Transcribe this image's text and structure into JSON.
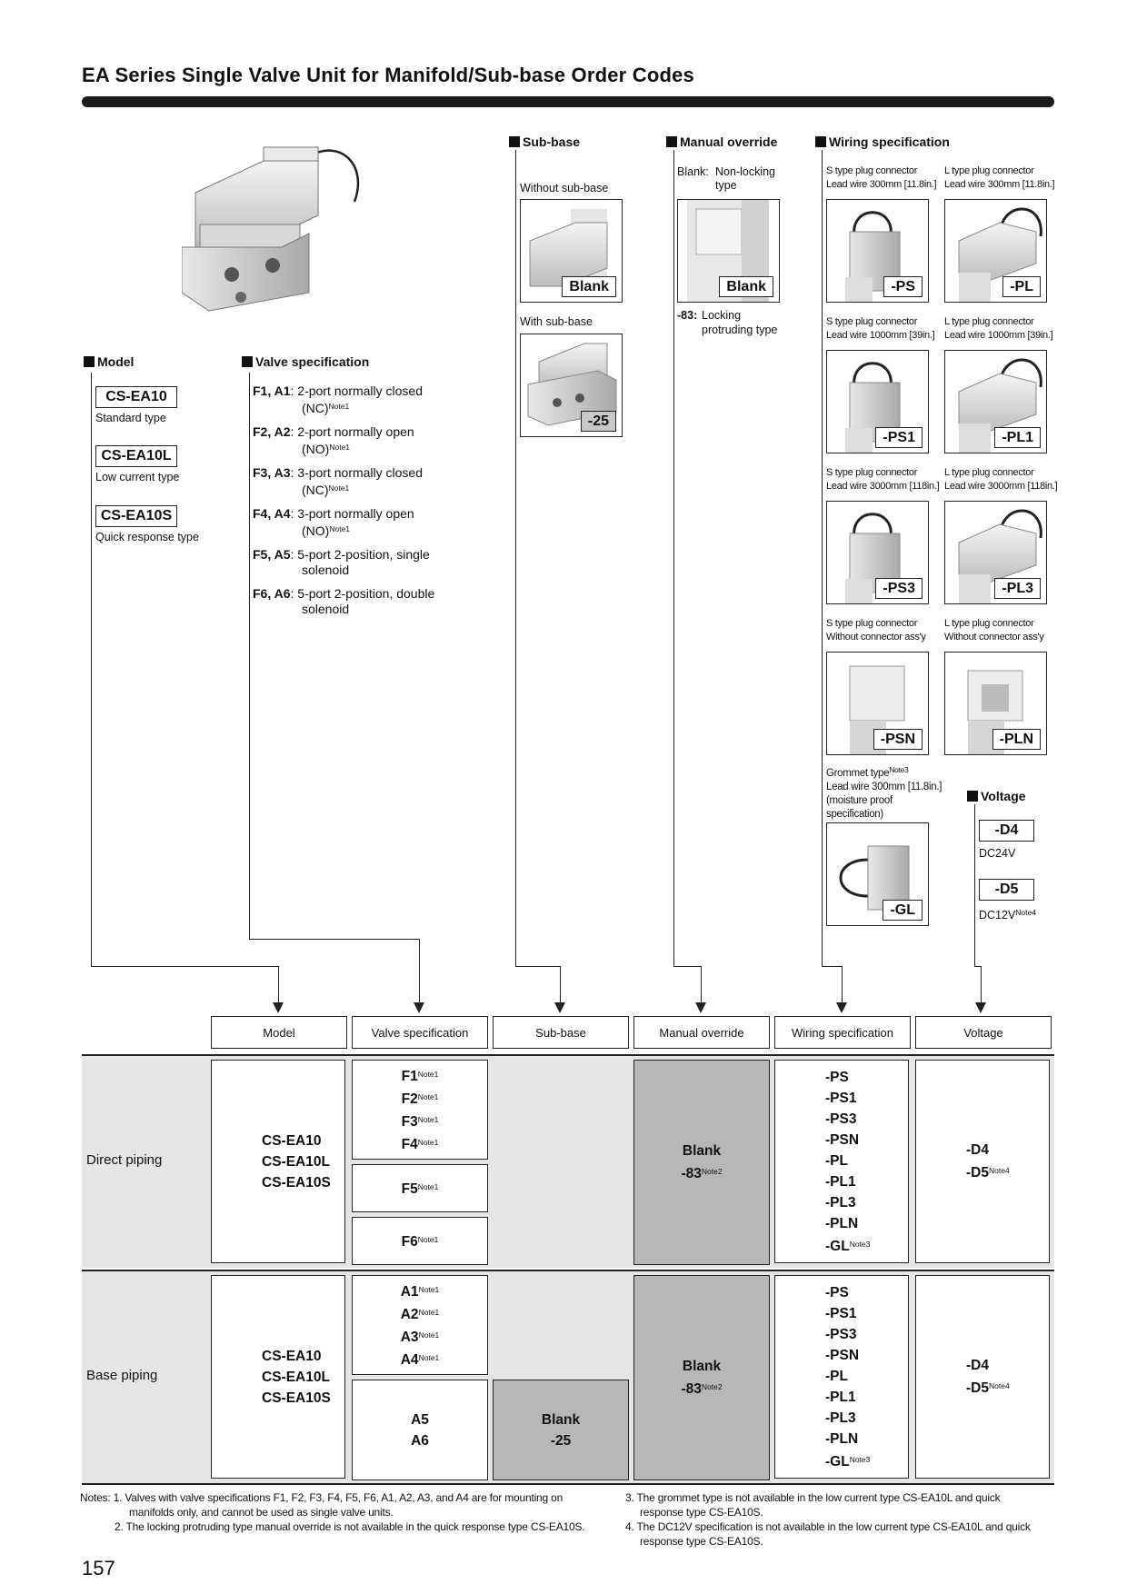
{
  "title": "EA Series Single Valve Unit for Manifold/Sub-base Order Codes",
  "page_number": "157",
  "model": {
    "heading": "Model",
    "items": [
      {
        "code": "CS-EA10",
        "desc": "Standard type"
      },
      {
        "code": "CS-EA10L",
        "desc": "Low current type"
      },
      {
        "code": "CS-EA10S",
        "desc": "Quick response type"
      }
    ]
  },
  "valve": {
    "heading": "Valve specification",
    "items": [
      {
        "codes": "F1, A1",
        "desc": "2-port normally closed",
        "desc2": "(NC)",
        "note": "Note1"
      },
      {
        "codes": "F2, A2",
        "desc": "2-port normally open",
        "desc2": "(NO)",
        "note": "Note1"
      },
      {
        "codes": "F3, A3",
        "desc": "3-port normally closed",
        "desc2": "(NC)",
        "note": "Note1"
      },
      {
        "codes": "F4, A4",
        "desc": "3-port normally open",
        "desc2": "(NO)",
        "note": "Note1"
      },
      {
        "codes": "F5, A5",
        "desc": "5-port 2-position, single",
        "desc2": "solenoid",
        "note": ""
      },
      {
        "codes": "F6, A6",
        "desc": "5-port 2-position, double",
        "desc2": "solenoid",
        "note": ""
      }
    ]
  },
  "subbase": {
    "heading": "Sub-base",
    "without_label": "Without sub-base",
    "without_code": "Blank",
    "with_label": "With sub-base",
    "with_code": "-25"
  },
  "manual": {
    "heading": "Manual override",
    "blank_key": "Blank:",
    "blank_desc1": "Non-locking",
    "blank_desc2": "type",
    "blank_code": "Blank",
    "locking_key": "-83:",
    "locking_desc1": "Locking",
    "locking_desc2": "protruding type"
  },
  "wiring": {
    "heading": "Wiring specification",
    "items": [
      {
        "l1": "S type plug connector",
        "l2": "Lead wire 300mm [11.8in.]",
        "code": "-PS"
      },
      {
        "l1": "L type plug connector",
        "l2": "Lead wire 300mm [11.8in.]",
        "code": "-PL"
      },
      {
        "l1": "S type plug connector",
        "l2": "Lead wire 1000mm [39in.]",
        "code": "-PS1"
      },
      {
        "l1": "L type plug connector",
        "l2": "Lead wire 1000mm [39in.]",
        "code": "-PL1"
      },
      {
        "l1": "S type plug connector",
        "l2": "Lead wire 3000mm [118in.]",
        "code": "-PS3"
      },
      {
        "l1": "L type plug connector",
        "l2": "Lead wire 3000mm [118in.]",
        "code": "-PL3"
      },
      {
        "l1": "S type plug connector",
        "l2": "Without connector ass'y",
        "code": "-PSN"
      },
      {
        "l1": "L type plug connector",
        "l2": "Without connector ass'y",
        "code": "-PLN"
      }
    ],
    "grommet": {
      "l1": "Grommet type",
      "note": "Note3",
      "l2": "Lead wire 300mm [11.8in.]",
      "l3": "(moisture proof",
      "l4": "specification)",
      "code": "-GL"
    }
  },
  "voltage": {
    "heading": "Voltage",
    "items": [
      {
        "code": "-D4",
        "desc": "DC24V",
        "note": ""
      },
      {
        "code": "-D5",
        "desc": "DC12V",
        "note": "Note4"
      }
    ]
  },
  "table": {
    "headers": [
      "Model",
      "Valve specification",
      "Sub-base",
      "Manual override",
      "Wiring specification",
      "Voltage"
    ],
    "direct": {
      "label": "Direct piping",
      "models": [
        "CS-EA10",
        "CS-EA10L",
        "CS-EA10S"
      ],
      "valve_group1": [
        [
          "F1",
          "Note1"
        ],
        [
          "F2",
          "Note1"
        ],
        [
          "F3",
          "Note1"
        ],
        [
          "F4",
          "Note1"
        ]
      ],
      "valve_f5": [
        "F5",
        "Note1"
      ],
      "valve_f6": [
        "F6",
        "Note1"
      ],
      "manual": [
        "Blank",
        "-83",
        "Note2"
      ],
      "wiring": [
        "-PS",
        "-PS1",
        "-PS3",
        "-PSN",
        "-PL",
        "-PL1",
        "-PL3",
        "-PLN",
        "-GL"
      ],
      "wiring_gl_note": "Note3",
      "voltage": [
        "-D4",
        "-D5",
        "Note4"
      ]
    },
    "base": {
      "label": "Base piping",
      "models": [
        "CS-EA10",
        "CS-EA10L",
        "CS-EA10S"
      ],
      "valve_group1": [
        [
          "A1",
          "Note1"
        ],
        [
          "A2",
          "Note1"
        ],
        [
          "A3",
          "Note1"
        ],
        [
          "A4",
          "Note1"
        ]
      ],
      "valve_a5": "A5",
      "valve_a6": "A6",
      "subbase": [
        "Blank",
        "-25"
      ],
      "manual": [
        "Blank",
        "-83",
        "Note2"
      ],
      "wiring": [
        "-PS",
        "-PS1",
        "-PS3",
        "-PSN",
        "-PL",
        "-PL1",
        "-PL3",
        "-PLN",
        "-GL"
      ],
      "wiring_gl_note": "Note3",
      "voltage": [
        "-D4",
        "-D5",
        "Note4"
      ]
    }
  },
  "notes": {
    "prefix": "Notes:",
    "n1a": "1.  Valves with valve specifications F1, F2, F3, F4, F5, F6, A1, A2, A3, and A4 are for mounting on",
    "n1b": "manifolds only, and cannot be used as single valve units.",
    "n2": "2.  The locking protruding type manual override is not available in the quick response type CS-EA10S.",
    "n3a": "3.  The grommet type is not available in the low current type CS-EA10L and quick",
    "n3b": "response type CS-EA10S.",
    "n4a": "4.  The DC12V specification is not available in the low current type CS-EA10L and quick",
    "n4b": "response type CS-EA10S."
  }
}
